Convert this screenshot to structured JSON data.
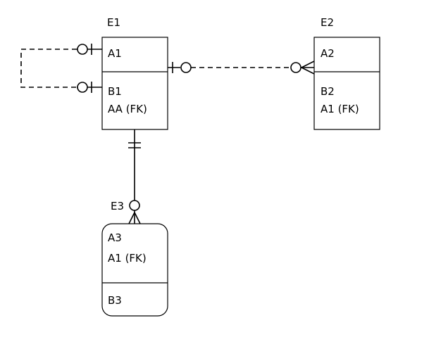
{
  "entities": {
    "e1": {
      "title": "E1",
      "key_attributes": [
        "A1"
      ],
      "attributes": [
        "B1",
        "AA (FK)"
      ]
    },
    "e2": {
      "title": "E2",
      "key_attributes": [
        "A2"
      ],
      "attributes": [
        "B2",
        "A1 (FK)"
      ]
    },
    "e3": {
      "title": "E3",
      "key_attributes": [
        "A3",
        "A1 (FK)"
      ],
      "attributes": [
        "B3"
      ]
    }
  },
  "relationships": [
    {
      "from": "E1",
      "to": "E1",
      "kind": "recursive",
      "line": "dashed",
      "from_end": "zero-or-one",
      "to_end": "zero-or-one"
    },
    {
      "from": "E1",
      "to": "E2",
      "line": "dashed",
      "from_end": "zero-or-one",
      "to_end": "zero-or-many"
    },
    {
      "from": "E1",
      "to": "E3",
      "line": "solid",
      "from_end": "exactly-one",
      "to_end": "zero-or-many"
    }
  ]
}
